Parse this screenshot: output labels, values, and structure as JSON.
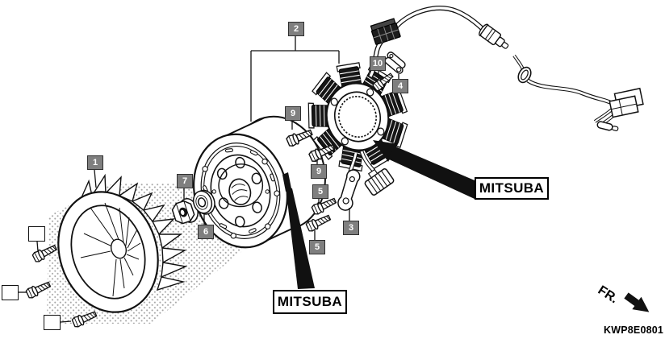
{
  "diagram": {
    "drawing_code": "KWP8E0801",
    "direction_indicator": "FR.",
    "brand_callouts": {
      "flywheel": "MITSUBA",
      "stator": "MITSUBA"
    },
    "part_numbers": [
      "1",
      "2",
      "9",
      "9",
      "5",
      "5",
      "3",
      "7",
      "6",
      "10",
      "4"
    ]
  }
}
